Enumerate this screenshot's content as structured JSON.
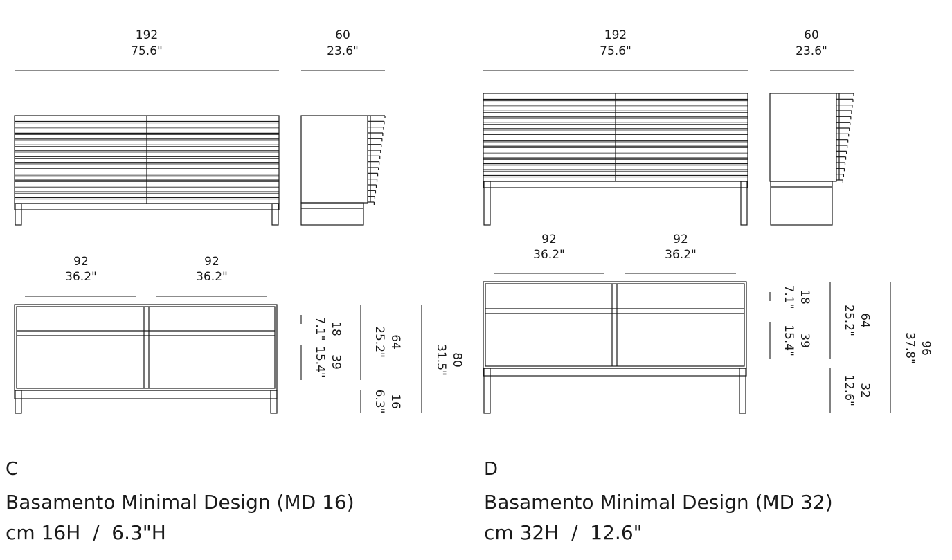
{
  "variants": {
    "c": {
      "letter": "C",
      "name": "Basamento Minimal Design (MD 16)",
      "size": "cm 16H  /  6.3\"H",
      "dims": {
        "front_width": [
          "192",
          "75.6\""
        ],
        "side_depth": [
          "60",
          "23.6\""
        ],
        "bay_left": [
          "92",
          "36.2\""
        ],
        "bay_right": [
          "92",
          "36.2\""
        ],
        "h_top_drawer": [
          "18",
          "7.1\""
        ],
        "h_lower": [
          "39",
          "15.4\""
        ],
        "h_body": [
          "64",
          "25.2\""
        ],
        "h_base": [
          "16",
          "6.3\""
        ],
        "h_total": [
          "80",
          "31.5\""
        ]
      }
    },
    "d": {
      "letter": "D",
      "name": "Basamento Minimal Design (MD 32)",
      "size": "cm 32H  /  12.6\"",
      "dims": {
        "front_width": [
          "192",
          "75.6\""
        ],
        "side_depth": [
          "60",
          "23.6\""
        ],
        "bay_left": [
          "92",
          "36.2\""
        ],
        "bay_right": [
          "92",
          "36.2\""
        ],
        "h_top_drawer": [
          "18",
          "7.1\""
        ],
        "h_lower": [
          "39",
          "15.4\""
        ],
        "h_body": [
          "64",
          "25.2\""
        ],
        "h_base": [
          "32",
          "12.6\""
        ],
        "h_total": [
          "96",
          "37.8\""
        ]
      }
    }
  }
}
